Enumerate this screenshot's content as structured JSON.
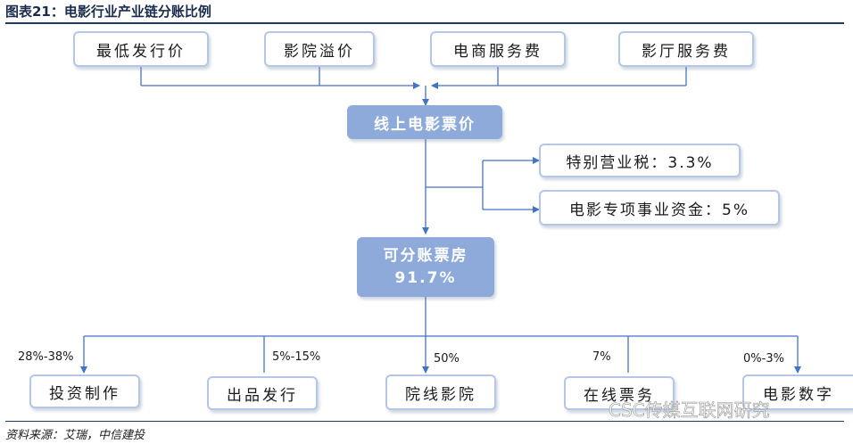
{
  "title": "图表21：电影行业产业链分账比例",
  "source": "资料来源：艾瑞，中信建投",
  "watermark": "CSC传媒互联网研究",
  "top_components": [
    "最低发行价",
    "影院溢价",
    "电商服务费",
    "影厅服务费"
  ],
  "online_price": "线上电影票价",
  "taxes": [
    "特别营业税：3.3%",
    "电影专项事业资金：5%"
  ],
  "box_office": {
    "line1": "可分账票房",
    "line2": "91.7%"
  },
  "splits": [
    {
      "label": "投资制作",
      "share": "28%-38%"
    },
    {
      "label": "出品发行",
      "share": "5%-15%"
    },
    {
      "label": "院线影院",
      "share": "50%"
    },
    {
      "label": "在线票务",
      "share": "7%"
    },
    {
      "label": "电影数字",
      "share": "0%-3%"
    }
  ],
  "colors": {
    "line": "#4472c4",
    "box_border": "#b4c7e7",
    "solid_box": "#8eaadb",
    "title": "#1f3864"
  }
}
